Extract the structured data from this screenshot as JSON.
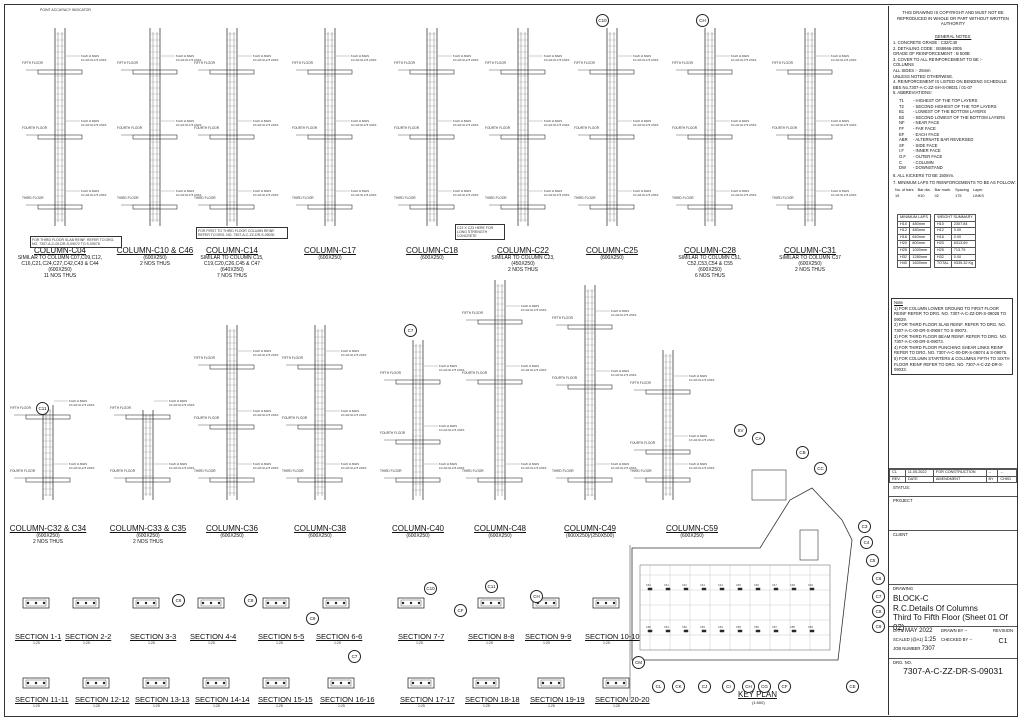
{
  "header": {
    "north_note": "POINT ACCURACY INDICATOR",
    "grid_bubbles_top": [
      "C10",
      "CH"
    ]
  },
  "columns_row1": [
    {
      "title": "COLUMN-C04",
      "sub": [
        "SIMILAR TO COLUMN C07,C09,C12,",
        "C16,C21,C24,C27,C42,C43 & C44",
        "(600X250)",
        "11 NOS THUS"
      ]
    },
    {
      "title": "COLUMN-C10 & C46",
      "sub": [
        "(600X250)",
        "2 NOS THUS"
      ]
    },
    {
      "title": "COLUMN-C14",
      "sub": [
        "SIMILAR TO COLUMN C15,",
        "C19,C20,C26,C45 & C47",
        "(640X250)",
        "7 NOS THUS"
      ]
    },
    {
      "title": "COLUMN-C17",
      "sub": [
        "(600X250)"
      ]
    },
    {
      "title": "COLUMN-C18",
      "sub": [
        "(600X250)"
      ]
    },
    {
      "title": "COLUMN-C22",
      "sub": [
        "SIMILAR TO COLUMN C23,",
        "(450X250)",
        "2 NOS THUS"
      ]
    },
    {
      "title": "COLUMN-C25",
      "sub": [
        "(600X250)"
      ]
    },
    {
      "title": "COLUMN-C28",
      "sub": [
        "SIMILAR TO COLUMN C51,",
        "C52,C53,C54 & C55",
        "(600X250)",
        "6 NOS THUS"
      ]
    },
    {
      "title": "COLUMN-C31",
      "sub": [
        "SIMILAR TO COLUMN C37",
        "(600X250)",
        "2 NOS THUS"
      ]
    }
  ],
  "columns_row2": [
    {
      "title": "COLUMN-C32 & C34",
      "sub": [
        "(600X250)",
        "2 NOS THUS"
      ]
    },
    {
      "title": "COLUMN-C33 & C35",
      "sub": [
        "(600X250)",
        "2 NOS THUS"
      ]
    },
    {
      "title": "COLUMN-C36",
      "sub": [
        "(600X250)"
      ]
    },
    {
      "title": "COLUMN-C38",
      "sub": [
        "(600X250)"
      ]
    },
    {
      "title": "COLUMN-C40",
      "sub": [
        "(600X250)"
      ]
    },
    {
      "title": "COLUMN-C48",
      "sub": [
        "(600X250)"
      ]
    },
    {
      "title": "COLUMN-C49",
      "sub": [
        "(600X250)/(250X500)"
      ]
    },
    {
      "title": "COLUMN-C59",
      "sub": [
        "(600X250)"
      ]
    }
  ],
  "level_labels": {
    "fifth": "FIFTH FLOOR",
    "fourth": "FOURTH FLOOR",
    "third": "THIRD FLOOR",
    "bar_note": "8 H20 11 BARS",
    "link_note": "16 H10 02-175 LINKS"
  },
  "notes_row1": [
    "FOR THIRD FLOOR SLAB REINF. REFER TO DRG. NO. 7307-A-C-00-DR-S-09072 TO S-09075",
    "FOR FIRST TO THIRD FLOOR COLUMN REINF. REFER TO DRG. NO. 7307-A-C-ZZ-DR-S-09030",
    "C22 X C23 HERE FOR LONG STRENGTH CONCRETE"
  ],
  "sections_row1": [
    "SECTION 1-1",
    "SECTION 2-2",
    "SECTION 3-3",
    "SECTION 4-4",
    "SECTION 5-5",
    "SECTION 6-6",
    "SECTION 7-7",
    "SECTION 8-8",
    "SECTION 9-9",
    "SECTION 10-10"
  ],
  "sections_row2": [
    "SECTION 11-11",
    "SECTION 12-12",
    "SECTION 13-13",
    "SECTION 14-14",
    "SECTION 15-15",
    "SECTION 16-16",
    "SECTION 17-17",
    "SECTION 18-18",
    "SECTION 19-19",
    "SECTION 20-20"
  ],
  "section_scale": "1:25",
  "section_bubbles": [
    "C6",
    "C8",
    "C9",
    "C10",
    "CF",
    "CH",
    "C11",
    "C7"
  ],
  "key_plan": {
    "title": "KEY PLAN",
    "bubbles_right": [
      "CA",
      "CB",
      "CC",
      "C3",
      "C4",
      "C5",
      "C6",
      "C7",
      "C8",
      "C9",
      "CE"
    ],
    "bubbles_bottom": [
      "CL",
      "CK",
      "CJ",
      "CI",
      "CH",
      "CG",
      "CF"
    ],
    "bubble_left": "CM",
    "bubble_top": "SV",
    "column_marks": [
      "C40",
      "C41",
      "C42",
      "C43",
      "C44",
      "C45",
      "C46",
      "C47",
      "C48",
      "C49",
      "C50",
      "C51",
      "C52",
      "C53",
      "C54",
      "C55",
      "C56",
      "C57",
      "C58",
      "C59"
    ]
  },
  "title_block": {
    "copyright": "THIS DRAWING IS COPYRIGHT AND MUST NOT BE REPRODUCED IN WHOLE OR PART WITHOUT WRITTEN AUTHORITY",
    "general_notes_head": "GENERAL NOTES:",
    "notes": [
      "1. CONCRETE GRADE : C32/C40",
      "2. DETAILING CODE : BS8666-2005",
      "   GRADE OF REINFORCEMENT : B 500B",
      "3. COVER TO ALL REINFORCEMENT TO BE :-",
      "   COLUMNS",
      "   ALL SIDES :- 25mm",
      "   UNLESS NOTED OTHERWISE.",
      "4. REINFORCEMENT IS LISTED ON BENDING SCHEDULE",
      "   BBS No.7307-A-C-ZZ-SH-S-09031 / 01-07",
      "5. ABBREVIATIONS:"
    ],
    "abbreviations": [
      [
        "T1",
        "HIGHEST OF THE TOP LAYERS"
      ],
      [
        "T2",
        "SECOND HIGHEST OF THE TOP LAYERS"
      ],
      [
        "B1",
        "LOWEST OF THE BOTTOM LAYERS"
      ],
      [
        "B2",
        "SECOND LOWEST OF THE BOTTOM LAYERS"
      ],
      [
        "NF",
        "NEAR FACE"
      ],
      [
        "FF",
        "FAR FACE"
      ],
      [
        "EF",
        "EACH FACE"
      ],
      [
        "ABR",
        "ALTERNATE BAR REVERSED"
      ],
      [
        "SF",
        "SIDE FACE"
      ],
      [
        "I.F",
        "INNER FACE"
      ],
      [
        "O.F",
        "OUTER FACE"
      ],
      [
        "C",
        "COLUMN"
      ],
      [
        "DW",
        "DOWNSTAND"
      ]
    ],
    "note6": "6. ALL KICKERS TO BE 150mm.",
    "note7": "7. MINIMUM LAPS TO REINFORCEMENTS TO BE AS FOLLOW:",
    "bar_legend_head": [
      "No. of bars",
      "Bar dia.",
      "Bar mark.",
      "Spacing",
      "Layer."
    ],
    "bar_legend_row": [
      "19",
      "H10",
      "02",
      "175",
      "LINKS"
    ],
    "laps_head": "MINIMUM LAPS",
    "weight_head": "WEIGHT SUMMARY",
    "laps": [
      [
        "H10",
        "480mm"
      ],
      [
        "H12",
        "480mm"
      ],
      [
        "H16",
        "640mm"
      ],
      [
        "H20",
        "800mm"
      ],
      [
        "H25",
        "1000mm"
      ],
      [
        "H32",
        "1280mm"
      ],
      [
        "H40",
        "1600mm"
      ]
    ],
    "weights": [
      [
        "H10",
        "2307.84"
      ],
      [
        "H12",
        "0.00"
      ],
      [
        "H16",
        "0.00"
      ],
      [
        "H20",
        "6313.69"
      ],
      [
        "H25",
        "713.79"
      ],
      [
        "H32",
        "0.00"
      ],
      [
        "TOTAL",
        "9335.32 Kg"
      ]
    ],
    "note_head": "Note",
    "note_items": [
      "1) FOR COLUMN LOWER GROUND TO FIRST FLOOR REINF REFER TO DRG. NO. 7307-A-C-ZZ-DR-S-09028 TO 09029.",
      "2) FOR THIRD FLOOR SLAB REINF. REFER TO DRG. NO. 7307-A-C-00-DR-S-09067 TO S-09072.",
      "3) FOR THIRD FLOOR BEAM REINF. REFER TO DRG. NO. 7307-A-C-00-DR-S-09073.",
      "4) FOR THIRD FLOOR PUNCHING SHEAR LINKS REINF REFER TO DRG. NO. 7307-A-C-00-DR-S-09074 & S-09075.",
      "5) FOR COLUMN STARTERS & COLUMNS FIFTH TO SIXTH FLOOR REINF REFER TO DRG. NO. 7307-A-C-ZZ-DR-S-09033."
    ],
    "revision_row": [
      "C1",
      "11.05.2022",
      "FOR CONSTRUCTION",
      "--",
      "--"
    ],
    "revision_head": [
      "REV.",
      "DATE",
      "AMENDMENT",
      "BY",
      "CHKD"
    ],
    "status_label": "STATUS:",
    "project_label": "PROJECT",
    "client_label": "CLIENT",
    "drawing_label": "DRAWING",
    "drawing_title": [
      "BLOCK-C",
      "R.C.Details Of Columns",
      "Third To Fifth Floor (Sheet 01 Of 02)"
    ],
    "date_label": "DATE",
    "date_value": "MAY 2022",
    "drawn_label": "DRAWN BY",
    "drawn_value": "--",
    "scale_label": "SCALED (@A1)",
    "scale_value": "1:25",
    "checked_label": "CHECKED BY",
    "checked_value": "--",
    "job_label": "JOB NUMBER",
    "job_value": "7307",
    "revision_label": "REVISION",
    "revision_value": "C1",
    "drg_label": "DRG. NO.",
    "drg_value": "7307-A-C-ZZ-DR-S-09031"
  }
}
